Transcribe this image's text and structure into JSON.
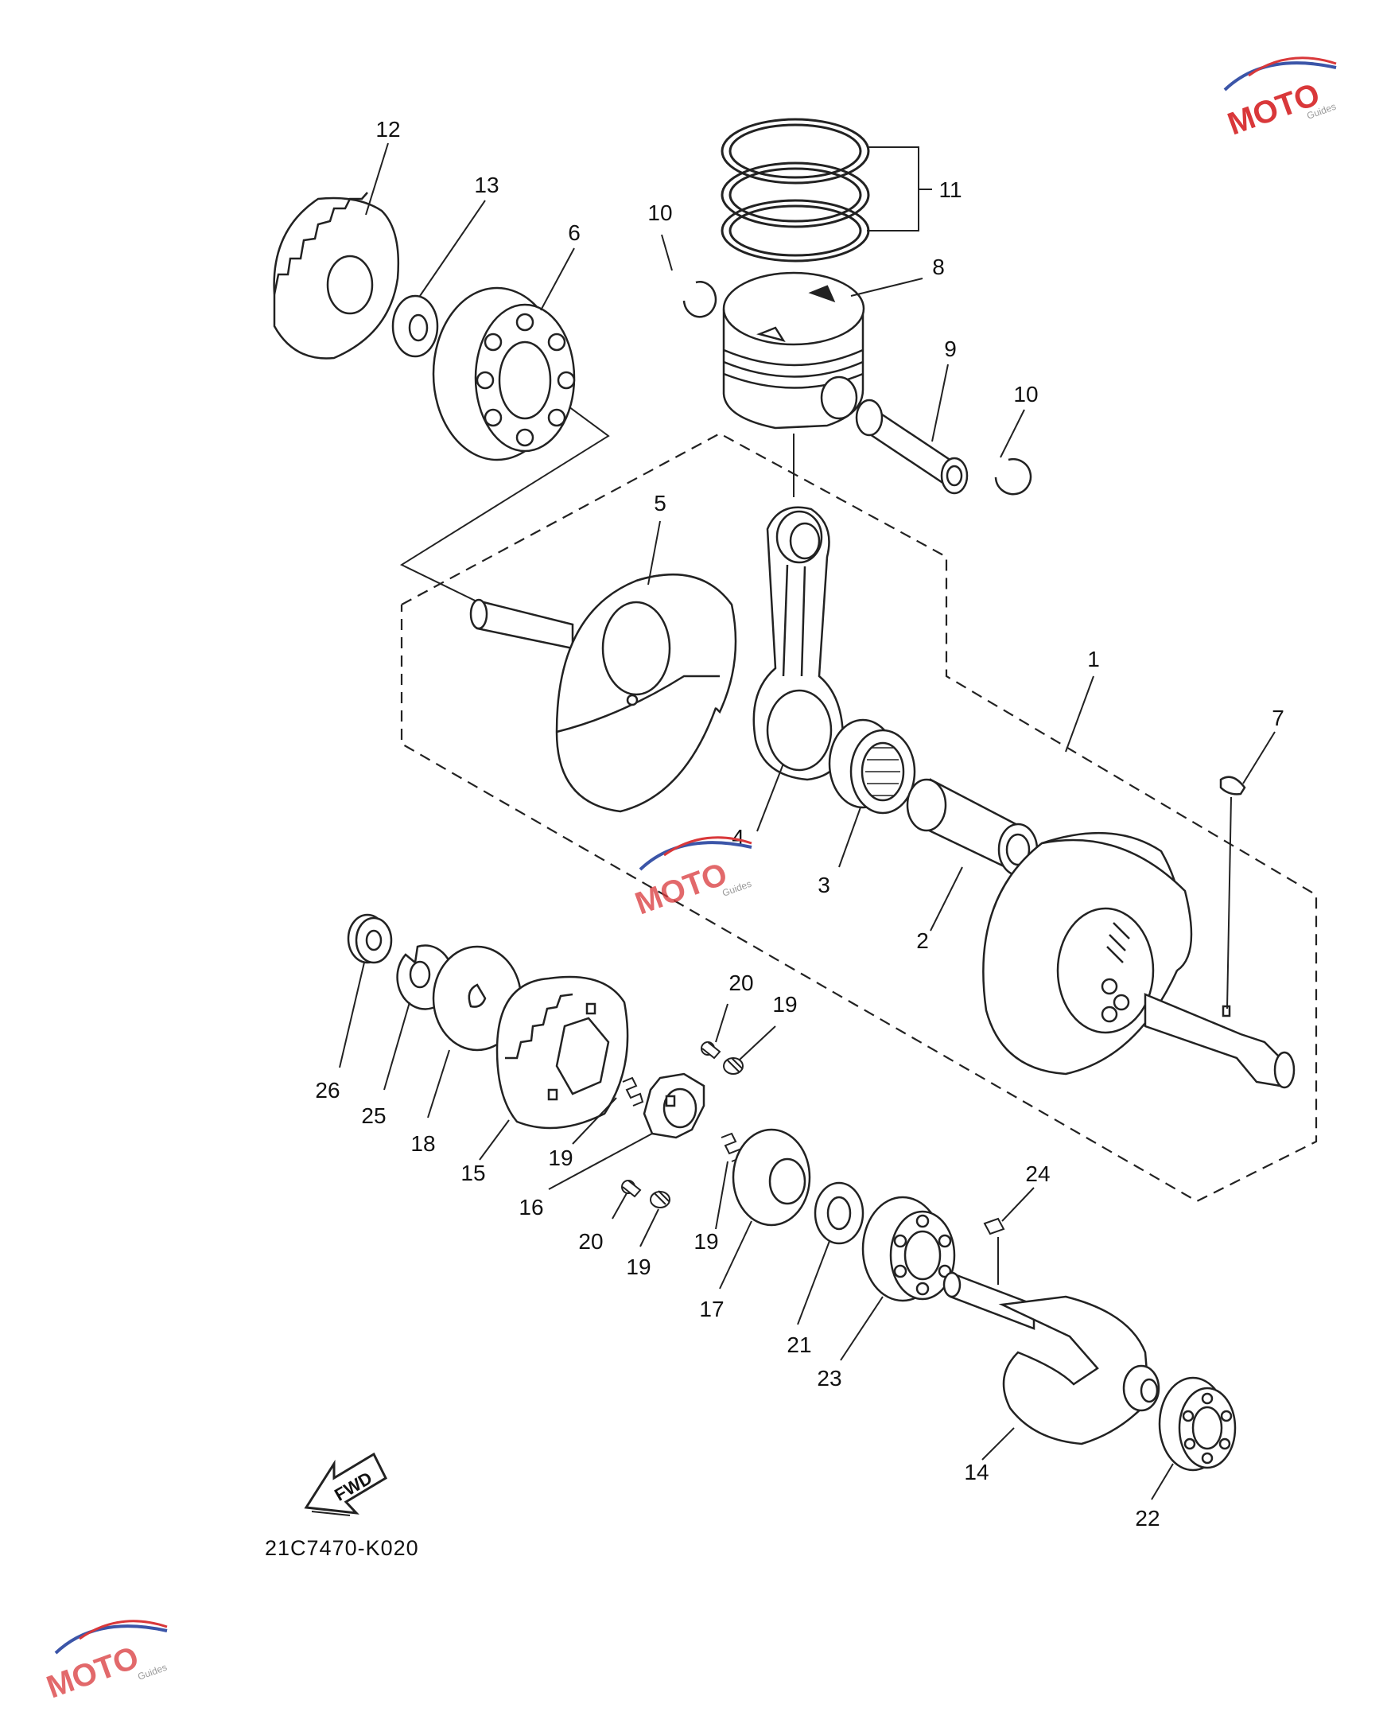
{
  "diagram": {
    "drawing_code": "21C7470-K020",
    "fwd_label": "FWD",
    "callouts": [
      {
        "id": "c1",
        "label": "1"
      },
      {
        "id": "c2",
        "label": "2"
      },
      {
        "id": "c3",
        "label": "3"
      },
      {
        "id": "c4",
        "label": "4"
      },
      {
        "id": "c5",
        "label": "5"
      },
      {
        "id": "c6",
        "label": "6"
      },
      {
        "id": "c7",
        "label": "7"
      },
      {
        "id": "c8",
        "label": "8"
      },
      {
        "id": "c9",
        "label": "9"
      },
      {
        "id": "c10a",
        "label": "10"
      },
      {
        "id": "c10b",
        "label": "10"
      },
      {
        "id": "c11",
        "label": "11"
      },
      {
        "id": "c12",
        "label": "12"
      },
      {
        "id": "c13",
        "label": "13"
      },
      {
        "id": "c14",
        "label": "14"
      },
      {
        "id": "c15",
        "label": "15"
      },
      {
        "id": "c16",
        "label": "16"
      },
      {
        "id": "c17",
        "label": "17"
      },
      {
        "id": "c18",
        "label": "18"
      },
      {
        "id": "c19a",
        "label": "19"
      },
      {
        "id": "c19b",
        "label": "19"
      },
      {
        "id": "c19c",
        "label": "19"
      },
      {
        "id": "c19d",
        "label": "19"
      },
      {
        "id": "c20a",
        "label": "20"
      },
      {
        "id": "c20b",
        "label": "20"
      },
      {
        "id": "c21",
        "label": "21"
      },
      {
        "id": "c22",
        "label": "22"
      },
      {
        "id": "c23",
        "label": "23"
      },
      {
        "id": "c24",
        "label": "24"
      },
      {
        "id": "c25",
        "label": "25"
      },
      {
        "id": "c26",
        "label": "26"
      }
    ]
  },
  "watermark": {
    "brand": "MOTO",
    "tagline": "Guides",
    "colors": {
      "red": "#d9383a",
      "blue": "#3b55a8",
      "grey": "#9a9a9a"
    }
  }
}
